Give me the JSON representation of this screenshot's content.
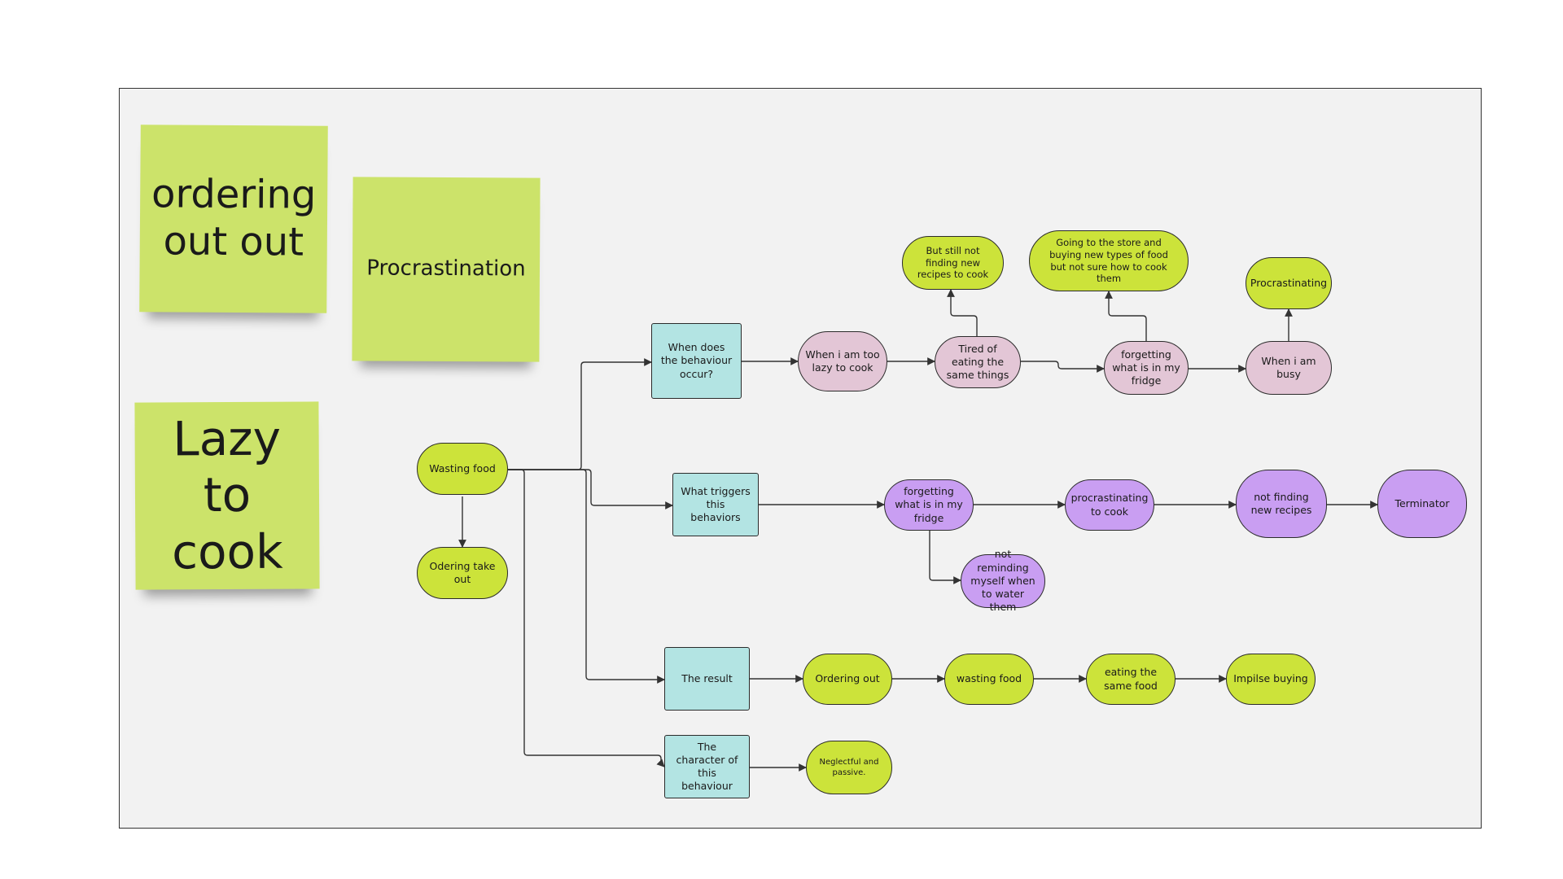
{
  "colors": {
    "sticky": "#cce36a",
    "green_node": "#cce33a",
    "pink_node": "#e3c6d6",
    "purple_node": "#c99ef2",
    "category_box": "#b3e4e3",
    "edge": "#333333"
  },
  "stickies": {
    "ordering": "ordering out out",
    "procrastination": "Procrastination",
    "lazy": "Lazy to cook"
  },
  "root": {
    "wasting_food": "Wasting food",
    "ordering_takeout": "Odering take out"
  },
  "categories": {
    "when": "When does the behaviour occur?",
    "triggers": "What triggers this behaviors",
    "result": "The result",
    "character": "The character of this behaviour"
  },
  "when_row": {
    "lazy": "When i am too lazy to cook",
    "tired": "Tired of eating the same things",
    "recipes": "But still not finding new recipes to cook",
    "forgetting": "forgetting what is in my fridge",
    "store": "Going to the store and buying new types of food but not sure how to cook them",
    "busy": "When i am busy",
    "procrastinating": "Procrastinating"
  },
  "trigger_row": {
    "forgetting": "forgetting what is in my fridge",
    "reminding": "not reminding myself when to water them",
    "procrastinating": "procrastinating to cook",
    "recipes": "not finding new recipes",
    "terminator": "Terminator"
  },
  "result_row": {
    "ordering": "Ordering out",
    "wasting": "wasting food",
    "eating": "eating the same food",
    "impulse": "Impilse buying"
  },
  "character_row": {
    "neglectful": "Neglectful and passive."
  }
}
